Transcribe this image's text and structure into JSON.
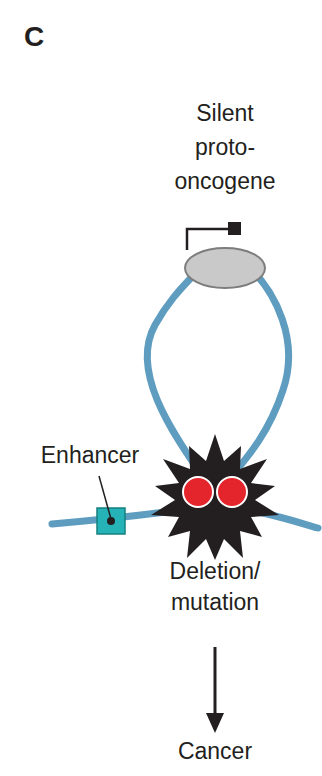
{
  "diagram": {
    "nodes": [
      {
        "text": [
          "Deletion/ mutation"
        ]
      },
      {
        "text": [
          "Cancer"
        ]
      }
    ],
    "edges": [
      {
        "from": 0,
        "to": 1,
        "arrow": "to"
      }
    ],
    "labels": [
      "C",
      "Silent proto- oncogene",
      "Enhancer"
    ]
  }
}
